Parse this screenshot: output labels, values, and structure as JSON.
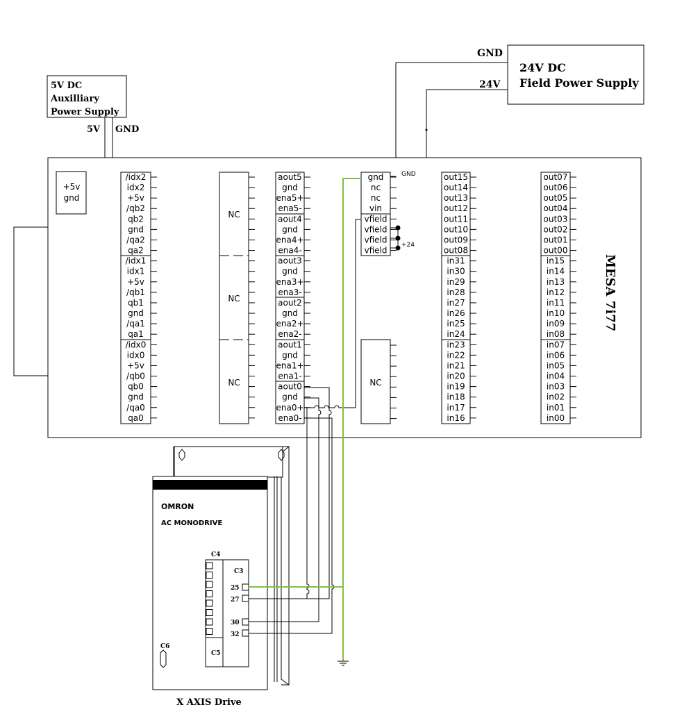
{
  "power5v": {
    "title_lines": [
      "5V DC",
      "Auxilliary",
      "Power Supply"
    ],
    "pin_5v": "5V",
    "pin_gnd": "GND",
    "conn_labels": [
      "+5v",
      "gnd"
    ]
  },
  "power24v": {
    "title_lines": [
      "24V DC",
      "Field Power Supply"
    ],
    "pin_gnd": "GND",
    "pin_24v": "24V"
  },
  "board": {
    "name": "MESA 7i77",
    "encoder_pins": [
      "/idx2",
      "idx2",
      "+5v",
      "/qb2",
      "qb2",
      "gnd",
      "/qa2",
      "qa2",
      "/idx1",
      "idx1",
      "+5v",
      "/qb1",
      "qb1",
      "gnd",
      "/qa1",
      "qa1",
      "/idx0",
      "idx0",
      "+5v",
      "/qb0",
      "qb0",
      "gnd",
      "/qa0",
      "qa0"
    ],
    "nc_label": "NC",
    "analog_pins": [
      "aout5",
      "gnd",
      "ena5+",
      "ena5-",
      "aout4",
      "gnd",
      "ena4+",
      "ena4-",
      "aout3",
      "gnd",
      "ena3+",
      "ena3-",
      "aout2",
      "gnd",
      "ena2+",
      "ena2-",
      "aout1",
      "gnd",
      "ena1+",
      "ena1-",
      "aout0",
      "gnd",
      "ena0+",
      "ena0-"
    ],
    "field_pins": [
      "gnd",
      "nc",
      "nc",
      "vin",
      "vfield",
      "vfield",
      "vfield",
      "vfield"
    ],
    "field_gnd_label": "GND",
    "field_plus24_label": "+24",
    "io_col1": [
      "out15",
      "out14",
      "out13",
      "out12",
      "out11",
      "out10",
      "out09",
      "out08",
      "in31",
      "in30",
      "in29",
      "in28",
      "in27",
      "in26",
      "in25",
      "in24",
      "in23",
      "in22",
      "in21",
      "in20",
      "in19",
      "in18",
      "in17",
      "in16"
    ],
    "io_col2": [
      "out07",
      "out06",
      "out05",
      "out04",
      "out03",
      "out02",
      "out01",
      "out00",
      "in15",
      "in14",
      "in13",
      "in12",
      "in11",
      "in10",
      "in09",
      "in08",
      "in07",
      "in06",
      "in05",
      "in04",
      "in03",
      "in02",
      "in01",
      "in00"
    ]
  },
  "drive": {
    "brand": "OMRON",
    "model": "AC MONODRIVE",
    "c4": "C4",
    "c3": "C3",
    "c5": "C5",
    "c6": "C6",
    "terminals": [
      "25",
      "27",
      "30",
      "32"
    ],
    "caption": "X AXIS Drive"
  }
}
